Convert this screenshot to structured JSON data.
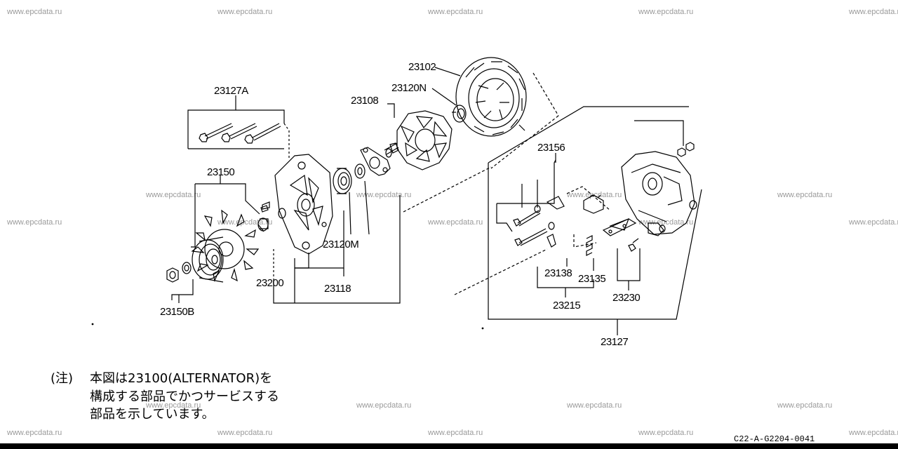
{
  "watermark": "www.epcdata.ru",
  "part_labels": {
    "p23102": "23102",
    "p23120N": "23120N",
    "p23108": "23108",
    "p23127A": "23127A",
    "p23156": "23156",
    "p23150": "23150",
    "p23120M": "23120M",
    "p23200": "23200",
    "p23118": "23118",
    "p23150B": "23150B",
    "p23138": "23138",
    "p23135": "23135",
    "p23230": "23230",
    "p23215": "23215",
    "p23127": "23127"
  },
  "note": {
    "prefix": "(注)",
    "line1": "本図は23100(ALTERNATOR)を",
    "line2": "構成する部品でかつサービスする",
    "line3": "部品を示しています。"
  },
  "diagram_code": "C22-A-G2204-0041"
}
